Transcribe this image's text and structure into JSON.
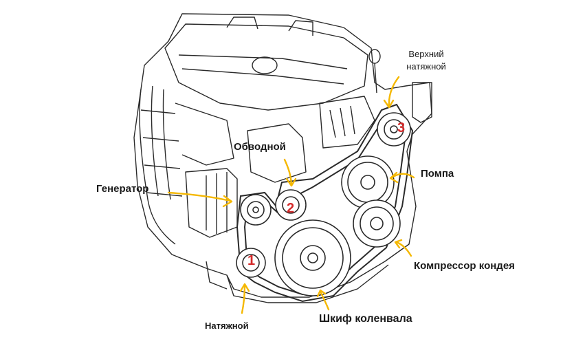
{
  "labels": {
    "upper_tensioner": "Верхний натяжной",
    "idler": "Обводной",
    "pump": "Помпа",
    "generator": "Генератор",
    "ac_compressor": "Компрессор кондея",
    "tensioner": "Натяжной",
    "crank_pulley": "Шкиф коленвала"
  },
  "markers": {
    "m1": "1",
    "m2": "2",
    "m3": "3"
  },
  "colors": {
    "arrow": "#f5b800",
    "marker": "#d42a2a",
    "line": "#2a2a2a"
  }
}
